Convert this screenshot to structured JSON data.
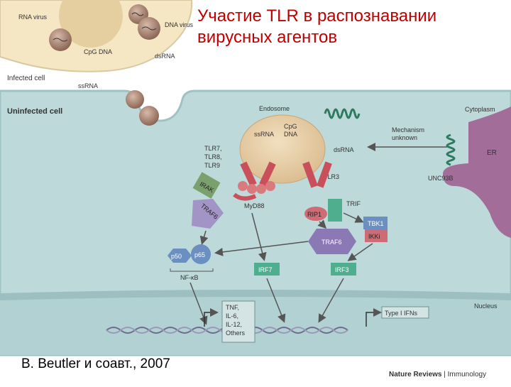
{
  "slide": {
    "title_line1": "Участие TLR в распознавании",
    "title_line2": "вирусных агентов",
    "citation": "B. Beutler и соавт., 2007",
    "journal_name": "Nature Reviews",
    "journal_section": "| Immunology"
  },
  "diagram": {
    "labels": {
      "rna_virus": "RNA virus",
      "dna_virus": "DNA virus",
      "cpg_dna_top": "CpG DNA",
      "dsrna_top": "dsRNA",
      "infected_cell": "Infected cell",
      "ssrna_outside": "ssRNA",
      "uninfected_cell": "Uninfected cell",
      "endosome": "Endosome",
      "cytoplasm": "Cytoplasm",
      "cpg_line1": "CpG",
      "cpg_line2": "DNA",
      "ssrna_endo": "ssRNA",
      "dsrna_endo": "dsRNA",
      "mechanism_line1": "Mechanism",
      "mechanism_line2": "unknown",
      "er": "ER",
      "unc93b": "UNC93B",
      "tlr7": "TLR7,",
      "tlr8": "TLR8,",
      "tlr9": "TLR9",
      "tlr3": "TLR3",
      "irak": "IRAK",
      "traf6_left": "TRAF6",
      "myd88": "MyD88",
      "trif": "TRIF",
      "rip1": "RIP1",
      "tbk1": "TBK1",
      "ikki": "IKKi",
      "traf6_right": "TRAF6",
      "p50": "p50",
      "p65": "p65",
      "nfkb": "NF-κB",
      "irf7": "IRF7",
      "irf3": "IRF3",
      "nucleus": "Nucleus",
      "tnf": "TNF,",
      "il6": "IL-6,",
      "il12": "IL-12,",
      "others": "Others",
      "type1_ifns": "Type I IFNs"
    }
  },
  "colors": {
    "title": "#c00000",
    "cell": "#bdd9da",
    "endosome": "#e8cfa6",
    "er": "#a26d98",
    "receptor": "#c9505a",
    "green_box": "#4fae8e",
    "purple": "#7b6aa8",
    "red_box": "#cf6b74"
  }
}
